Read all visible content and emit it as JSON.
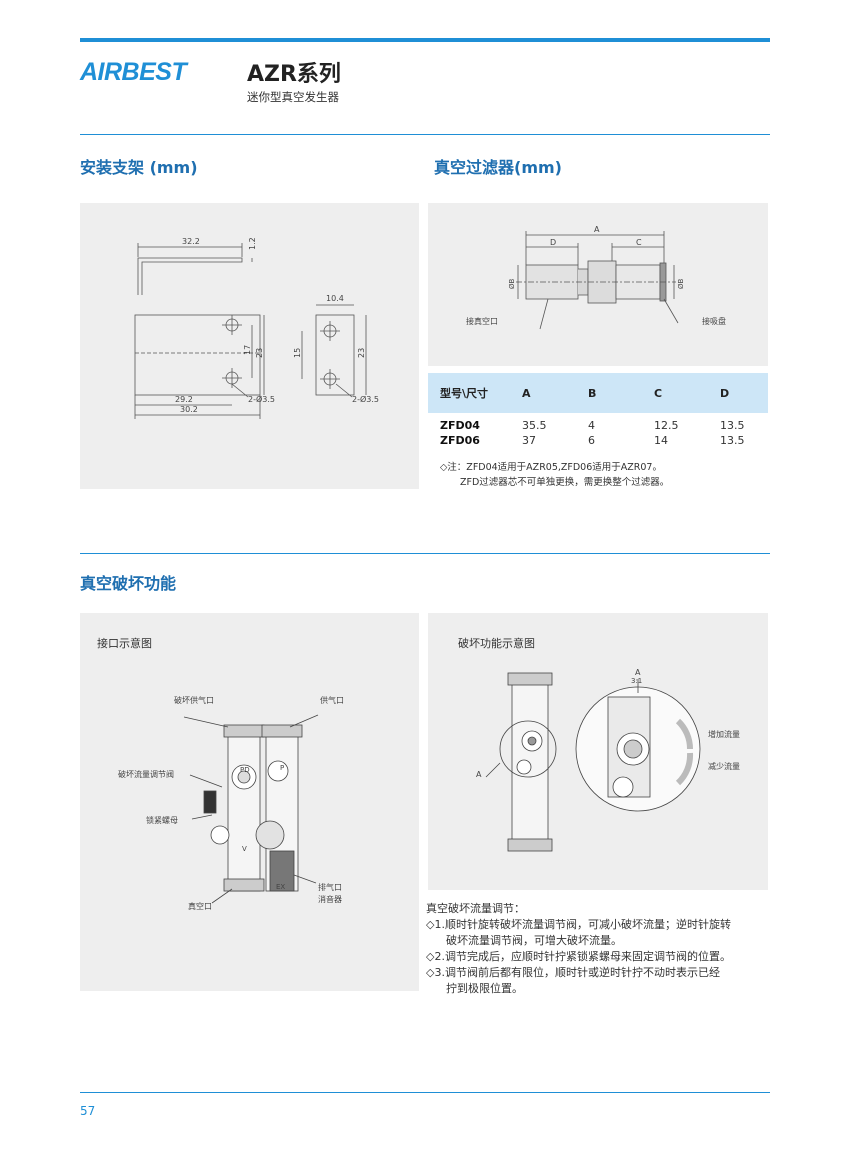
{
  "header": {
    "logo": "AIRBEST",
    "title": "AZR系列",
    "subtitle": "迷你型真空发生器"
  },
  "sections": {
    "bracket": "安装支架 (mm)",
    "filter": "真空过滤器(mm)",
    "break": "真空破坏功能"
  },
  "bracket_dims": {
    "w32_2": "32.2",
    "d1_2": "1.2",
    "d10_4": "10.4",
    "d17": "17",
    "d23a": "23",
    "d15": "15",
    "d23b": "23",
    "hole_a": "2-Ø3.5",
    "hole_b": "2-Ø3.5",
    "d29_2": "29.2",
    "d30_2": "30.2"
  },
  "filter_diagram": {
    "A": "A",
    "C": "C",
    "D": "D",
    "B1": "ØB",
    "B2": "ØB",
    "port_vacuum": "接真空口",
    "port_pad": "接吸盘"
  },
  "filter_table": {
    "headers": [
      "型号\\尺寸",
      "A",
      "B",
      "C",
      "D"
    ],
    "rows": [
      [
        "ZFD04",
        "35.5",
        "4",
        "12.5",
        "13.5"
      ],
      [
        "ZFD06",
        "37",
        "6",
        "14",
        "13.5"
      ]
    ]
  },
  "filter_note": {
    "line1": "◇注：ZFD04适用于AZR05,ZFD06适用于AZR07。",
    "line2": "ZFD过滤器芯不可单独更换，需更换整个过滤器。"
  },
  "port_diagram": {
    "title": "接口示意图",
    "break_supply": "破坏供气口",
    "air_supply": "供气口",
    "flow_valve": "破坏流量调节阀",
    "lock_nut": "锁紧螺母",
    "vacuum_port": "真空口",
    "exhaust": "排气口",
    "silencer": "消音器",
    "pd": "PD",
    "p": "P",
    "ex": "EX",
    "v": "V"
  },
  "break_diagram": {
    "title": "破坏功能示意图",
    "a_label": "A",
    "scale": "3:1",
    "a_callout": "A",
    "increase": "增加流量",
    "decrease": "减少流量"
  },
  "adjust": {
    "title": "真空破坏流量调节：",
    "l1": "◇1.顺时针旋转破坏流量调节阀，可减小破坏流量；逆时针旋转",
    "l1b": "破坏流量调节阀，可增大破坏流量。",
    "l2": "◇2.调节完成后，应顺时针拧紧锁紧螺母来固定调节阀的位置。",
    "l3": "◇3.调节阀前后都有限位，顺时针或逆时针拧不动时表示已经",
    "l3b": "拧到极限位置。"
  },
  "footer": {
    "page": "57"
  },
  "colors": {
    "accent": "#1f8fd6",
    "panel": "#eeeeee",
    "table_header": "#cde6f7"
  }
}
